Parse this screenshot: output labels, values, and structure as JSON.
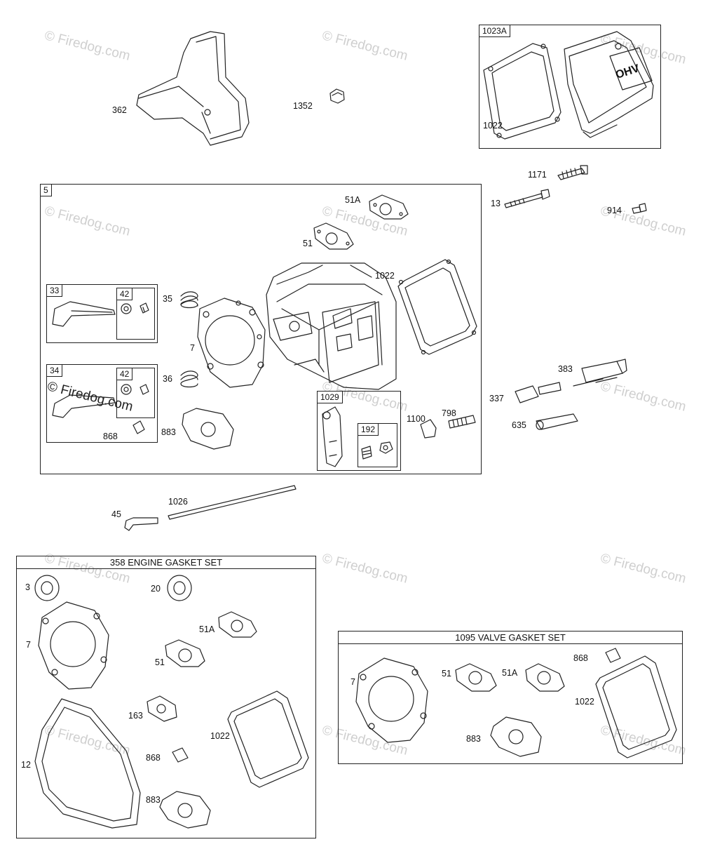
{
  "watermark": "© Firedog.com",
  "boxes": {
    "valve_cover": "1023A",
    "cylinder_head": "5",
    "exhaust_valve": "33",
    "intake_valve": "34",
    "retainer_a": "42",
    "retainer_b": "42",
    "rocker_arm": "1029",
    "rocker_nut": "192",
    "engine_gasket_set": "358 ENGINE GASKET SET",
    "valve_gasket_set": "1095 VALVE GASKET SET"
  },
  "parts": {
    "p362": "362",
    "p1352": "1352",
    "p1022_top": "1022",
    "p1171": "1171",
    "p13": "13",
    "p914": "914",
    "p51a": "51A",
    "p51": "51",
    "p1022_mid": "1022",
    "p35": "35",
    "p7": "7",
    "p36": "36",
    "p868": "868",
    "p883": "883",
    "p1100": "1100",
    "p798": "798",
    "p383": "383",
    "p337": "337",
    "p635": "635",
    "p45": "45",
    "p1026": "1026",
    "eg_3": "3",
    "eg_20": "20",
    "eg_7": "7",
    "eg_51a": "51A",
    "eg_51": "51",
    "eg_163": "163",
    "eg_12": "12",
    "eg_1022": "1022",
    "eg_868": "868",
    "eg_883": "883",
    "vg_7": "7",
    "vg_51": "51",
    "vg_51a": "51A",
    "vg_868": "868",
    "vg_1022": "1022",
    "vg_883": "883"
  },
  "cover_text": "OHV"
}
